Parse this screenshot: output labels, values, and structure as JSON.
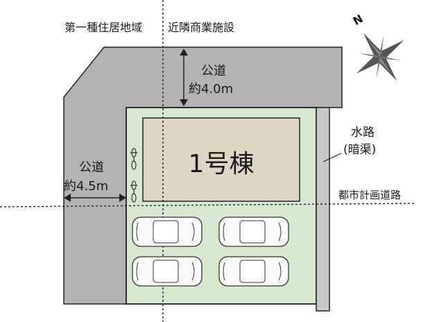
{
  "zoning": {
    "residential_label": "第一種住居地域",
    "commercial_label": "近隣商業施設"
  },
  "roads": {
    "north": {
      "name": "公道",
      "width": "約4.0m"
    },
    "west": {
      "name": "公道",
      "width": "約4.5m"
    },
    "planned_road_label": "都市計画道路"
  },
  "waterway": {
    "name": "水路",
    "note": "(暗渠)"
  },
  "building": {
    "label": "1号棟"
  },
  "parking": {
    "car_count": 4,
    "bicycle_count": 2
  },
  "compass": {
    "north_letter": "N"
  },
  "colors": {
    "road": "#b3b3b3",
    "lot": "#d6e8d0",
    "building": "#ddd6c4",
    "waterway": "#c8c8c8",
    "line": "#222222"
  }
}
